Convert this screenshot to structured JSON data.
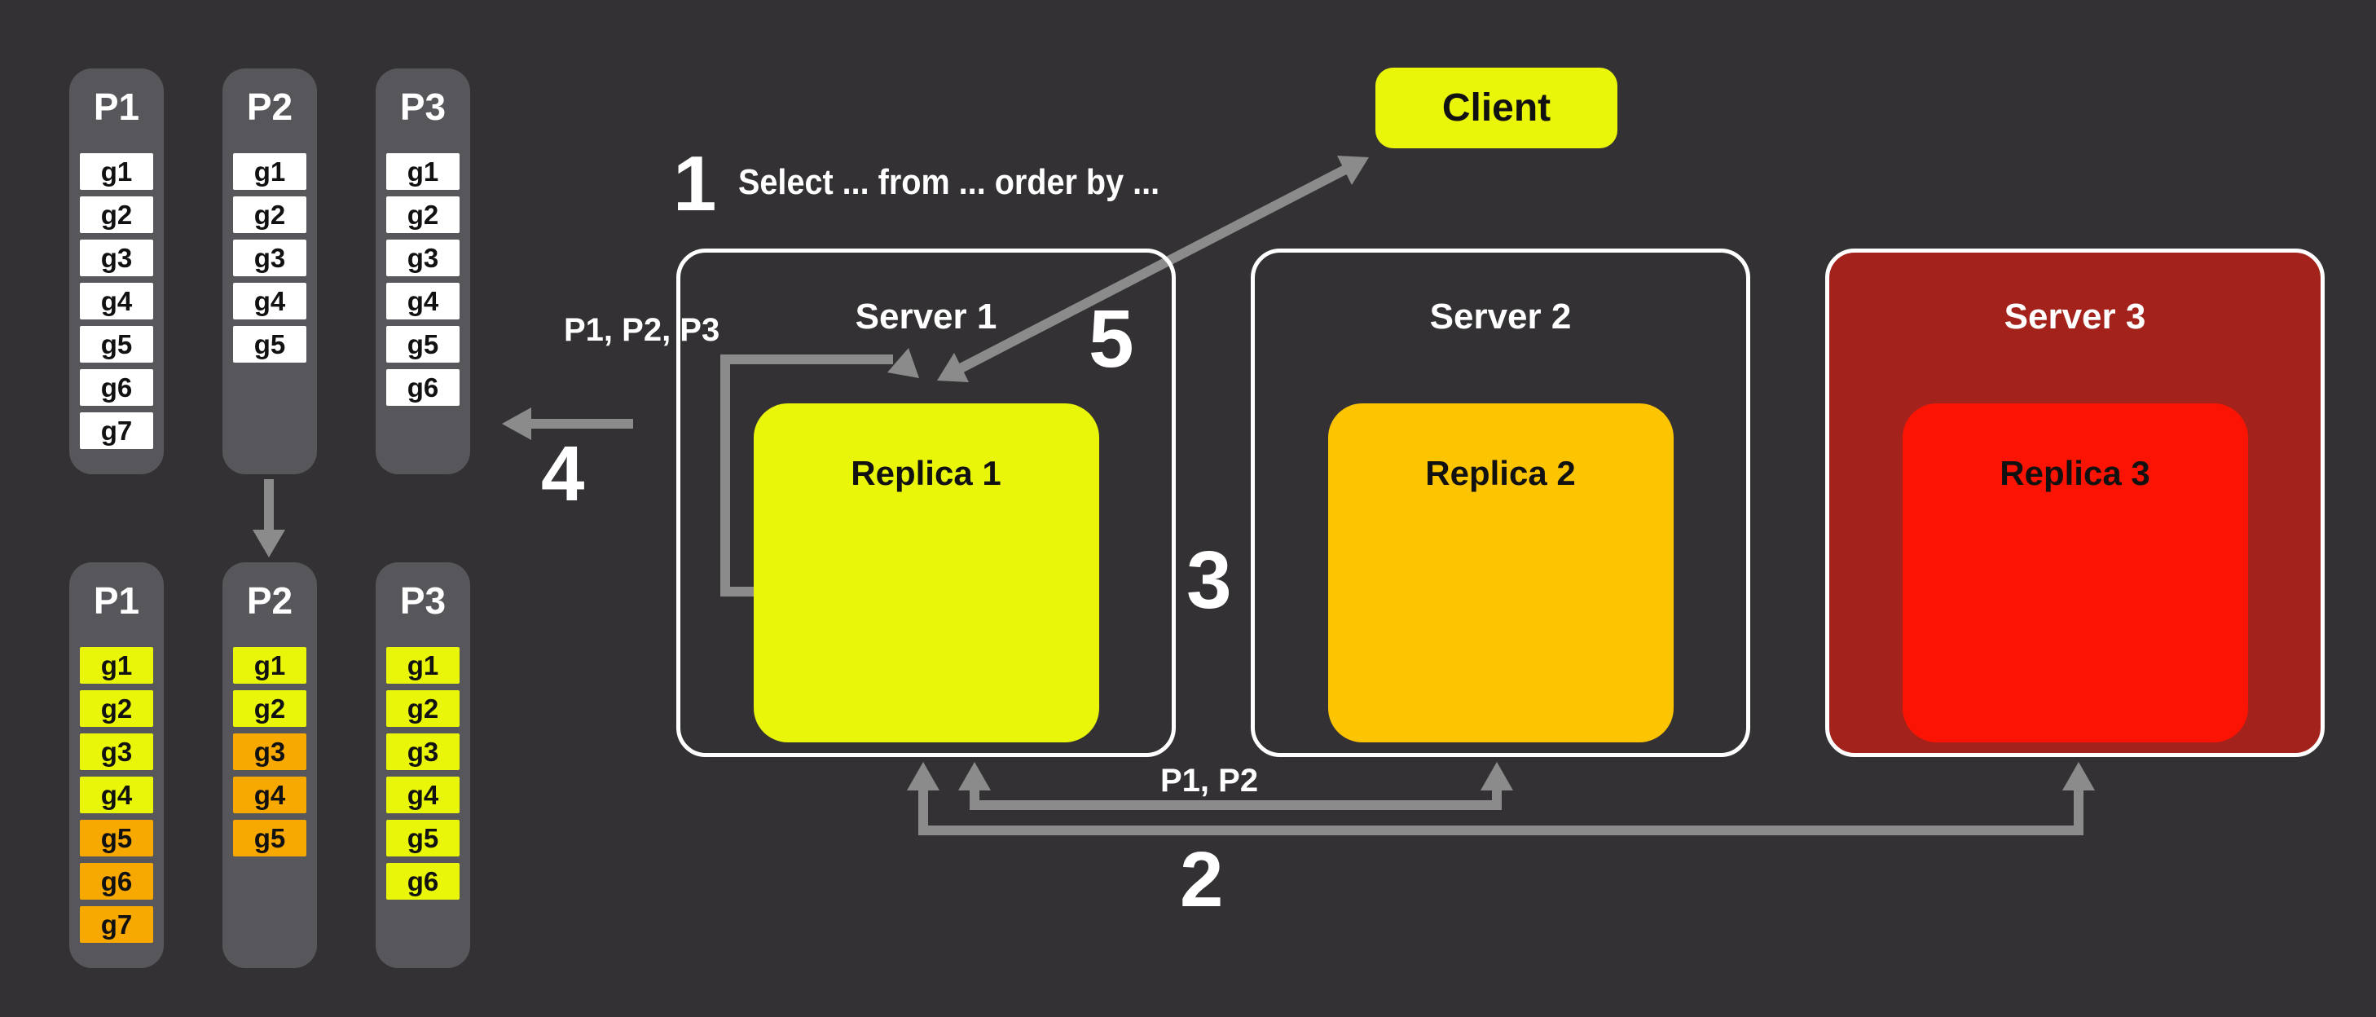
{
  "colors": {
    "background": "#333134",
    "panel_gray": "#57565a",
    "cell_white": "#ffffff",
    "yellow": "#e9f509",
    "orange": "#f7a801",
    "amber": "#fdc402",
    "red": "#fb1403",
    "dark_red": "#a3231c",
    "arrow_gray": "#8b8b8b",
    "server_border": "#ffffff",
    "text_white": "#ffffff",
    "text_black": "#111111"
  },
  "partitions": {
    "top": [
      {
        "label": "P1",
        "cells": [
          {
            "label": "g1",
            "color": "white"
          },
          {
            "label": "g2",
            "color": "white"
          },
          {
            "label": "g3",
            "color": "white"
          },
          {
            "label": "g4",
            "color": "white"
          },
          {
            "label": "g5",
            "color": "white"
          },
          {
            "label": "g6",
            "color": "white"
          },
          {
            "label": "g7",
            "color": "white"
          }
        ]
      },
      {
        "label": "P2",
        "cells": [
          {
            "label": "g1",
            "color": "white"
          },
          {
            "label": "g2",
            "color": "white"
          },
          {
            "label": "g3",
            "color": "white"
          },
          {
            "label": "g4",
            "color": "white"
          },
          {
            "label": "g5",
            "color": "white"
          }
        ]
      },
      {
        "label": "P3",
        "cells": [
          {
            "label": "g1",
            "color": "white"
          },
          {
            "label": "g2",
            "color": "white"
          },
          {
            "label": "g3",
            "color": "white"
          },
          {
            "label": "g4",
            "color": "white"
          },
          {
            "label": "g5",
            "color": "white"
          },
          {
            "label": "g6",
            "color": "white"
          }
        ]
      }
    ],
    "bottom": [
      {
        "label": "P1",
        "cells": [
          {
            "label": "g1",
            "color": "yellow"
          },
          {
            "label": "g2",
            "color": "yellow"
          },
          {
            "label": "g3",
            "color": "yellow"
          },
          {
            "label": "g4",
            "color": "yellow"
          },
          {
            "label": "g5",
            "color": "orange"
          },
          {
            "label": "g6",
            "color": "orange"
          },
          {
            "label": "g7",
            "color": "orange"
          }
        ]
      },
      {
        "label": "P2",
        "cells": [
          {
            "label": "g1",
            "color": "yellow"
          },
          {
            "label": "g2",
            "color": "yellow"
          },
          {
            "label": "g3",
            "color": "orange"
          },
          {
            "label": "g4",
            "color": "orange"
          },
          {
            "label": "g5",
            "color": "orange"
          }
        ]
      },
      {
        "label": "P3",
        "cells": [
          {
            "label": "g1",
            "color": "yellow"
          },
          {
            "label": "g2",
            "color": "yellow"
          },
          {
            "label": "g3",
            "color": "yellow"
          },
          {
            "label": "g4",
            "color": "yellow"
          },
          {
            "label": "g5",
            "color": "yellow"
          },
          {
            "label": "g6",
            "color": "yellow"
          }
        ]
      }
    ]
  },
  "client": {
    "label": "Client"
  },
  "servers": [
    {
      "title": "Server 1",
      "replica_label": "Replica 1"
    },
    {
      "title": "Server 2",
      "replica_label": "Replica 2"
    },
    {
      "title": "Server 3",
      "replica_label": "Replica 3"
    }
  ],
  "step_numbers": [
    "1",
    "2",
    "3",
    "4",
    "5"
  ],
  "labels": {
    "step1_query": "Select ... from ... order by ...",
    "fanout_partitions": "P1, P2, P3",
    "gather_partitions": "P1, P2"
  }
}
